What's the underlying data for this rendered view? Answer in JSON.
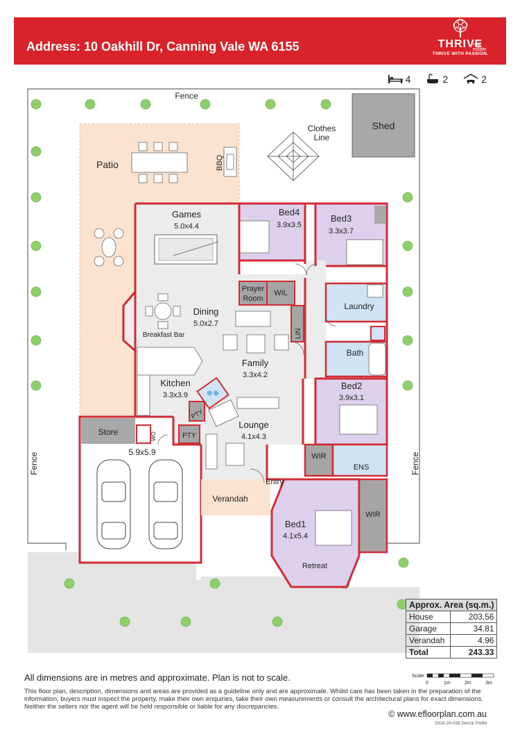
{
  "header": {
    "address": "Address: 10 Oakhill Dr, Canning Vale WA 6155",
    "brand": "THRIVE",
    "brand_sub_1": "real",
    "brand_sub_2": "estate",
    "tagline": "THRIVE WITH PASSION."
  },
  "specs": {
    "bedrooms": "4",
    "bathrooms": "2",
    "garages": "2",
    "bed_icon": "bed-icon",
    "bath_icon": "bath-icon",
    "car_icon": "car-icon"
  },
  "plan": {
    "fence_top": "Fence",
    "fence_left": "Fence",
    "fence_right": "Fence",
    "clothes_line_1": "Clothes",
    "clothes_line_2": "Line",
    "shed": "Shed",
    "patio": "Patio",
    "bbq": "BBQ",
    "games": "Games",
    "games_dim": "5.0x4.4",
    "bed4": "Bed4",
    "bed4_dim": "3.9x3.5",
    "bed3": "Bed3",
    "bed3_dim": "3.3x3.7",
    "prayer_1": "Prayer",
    "prayer_2": "Room",
    "wil": "WIL",
    "laundry": "Laundry",
    "dining": "Dining",
    "dining_dim": "5.0x2.7",
    "lin": "LIN",
    "breakfast_bar": "Breakfast Bar",
    "bath": "Bath",
    "family": "Family",
    "family_dim": "3.3x4.2",
    "kitchen": "Kitchen",
    "kitchen_dim": "3.3x3.9",
    "bed2": "Bed2",
    "bed2_dim": "3.9x3.1",
    "pty_1": "PTY",
    "pty_2": "PTY",
    "store": "Store",
    "wo": "WO",
    "lounge": "Lounge",
    "lounge_dim": "4.1x4.3",
    "garage_dim": "5.9x5.9",
    "wir_1": "WIR",
    "ens": "ENS",
    "entry": "Entry",
    "verandah": "Verandah",
    "bed1": "Bed1",
    "bed1_dim": "4.1x5.4",
    "wir_2": "WIR",
    "retreat": "Retreat"
  },
  "area_table": {
    "title": "Approx. Area (sq.m.)",
    "rows": [
      {
        "label": "House",
        "value": "203.56"
      },
      {
        "label": "Garage",
        "value": "34.81"
      },
      {
        "label": "Verandah",
        "value": "4.96"
      }
    ],
    "total_label": "Total",
    "total_value": "243.33"
  },
  "scale": {
    "label": "Scale",
    "t0": "0",
    "t1": "1m",
    "t2": "2m",
    "t3": "3m"
  },
  "footer": {
    "note": "All dimensions are in metres and approximate. Plan is not to scale.",
    "disclaimer": "This floor plan, description, dimensions and areas are provided as a guideline only and are approximate. Whilst care has been taken in the preparation of the information, buyers must inspect the property, make their own enquiries, take their own measurements or consult the architectural plans for exact dimensions. Neither the sellers nor the agent will be held responsible or liable for any discrepancies.",
    "copyright": "© www.efloorplan.com.au",
    "code": "2019-20-038 Derick P.MM"
  },
  "colors": {
    "brand_red": "#d8232a",
    "wall_red": "#d12b34",
    "patio": "#fbe3d0",
    "bedroom": "#ddd0ec",
    "wet_area": "#cfe3f5",
    "living": "#ececec",
    "dark_room": "#a5a5a5",
    "outside": "#e2e2e2"
  }
}
